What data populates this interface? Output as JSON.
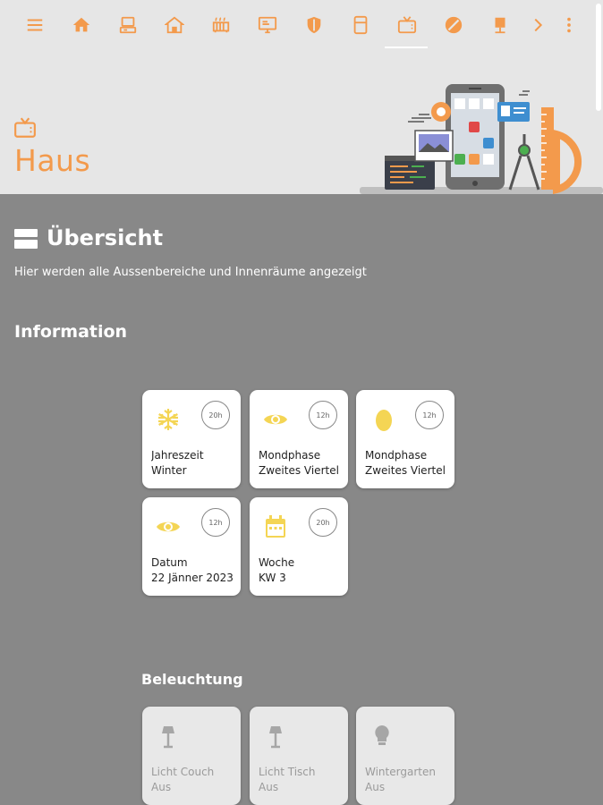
{
  "header": {
    "nav_icons": [
      "menu-icon",
      "home-icon",
      "computer-icon",
      "house-icon",
      "heater-icon",
      "monitor-icon",
      "shield-icon",
      "fridge-icon",
      "tv-icon",
      "robot-vacuum-icon",
      "desk-lamp-icon",
      "chevron-right-icon",
      "more-vertical-icon"
    ],
    "active_tab": "tv-icon",
    "title": "Haus",
    "accent": "#f39a4c"
  },
  "section": {
    "title": "Übersicht",
    "description": "Hier werden alle Aussenbereiche und Innenräume angezeigt"
  },
  "information": {
    "title": "Information",
    "cards": [
      {
        "label": "Jahreszeit",
        "value": "Winter",
        "badge": "20h",
        "icon": "snowflake-icon"
      },
      {
        "label": "Mondphase",
        "value": "Zweites Viertel",
        "badge": "12h",
        "icon": "eye-icon"
      },
      {
        "label": "Mondphase",
        "value": "Zweites Viertel",
        "badge": "12h",
        "icon": "moon-icon"
      },
      {
        "label": "Datum",
        "value": "22 Jänner 2023",
        "badge": "12h",
        "icon": "eye-icon"
      },
      {
        "label": "Woche",
        "value": "KW 3",
        "badge": "20h",
        "icon": "calendar-icon"
      }
    ]
  },
  "beleuchtung": {
    "title": "Beleuchtung",
    "cards": [
      {
        "label": "Licht Couch",
        "value": "Aus",
        "icon": "floor-lamp-icon"
      },
      {
        "label": "Licht Tisch",
        "value": "Aus",
        "icon": "table-lamp-icon"
      },
      {
        "label": "Wintergarten",
        "value": "Aus",
        "icon": "bulb-icon"
      }
    ]
  },
  "colors": {
    "accent": "#f39a4c",
    "icon_yellow": "#f4d554",
    "background": "#888888",
    "header_bg": "#e6e6e6"
  }
}
